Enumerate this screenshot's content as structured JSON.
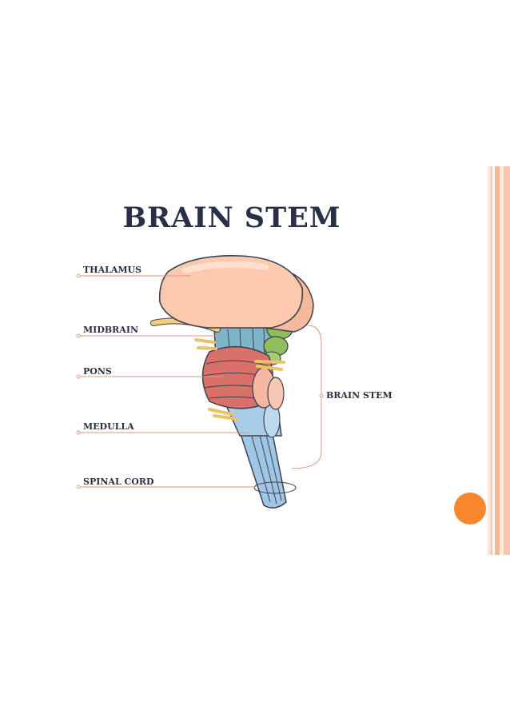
{
  "diagram": {
    "title": "BRAIN STEM",
    "labels": {
      "thalamus": "THALAMUS",
      "midbrain": "MIDBRAIN",
      "pons": "PONS",
      "medulla": "MEDULLA",
      "spinal_cord": "SPINAL CORD",
      "brain_stem": "BRAIN STEM"
    }
  },
  "colors": {
    "title_text": "#283048",
    "label_text": "#2b3040",
    "leader_line": "#d89a86",
    "thalamus": "#fbc9ad",
    "midbrain": "#7fb5c8",
    "pons": "#d9706a",
    "medulla": "#a9cde6",
    "green_colliculi": "#8fbf5a",
    "nerves": "#f2cf7a",
    "slide_accent": "#f7862d"
  }
}
